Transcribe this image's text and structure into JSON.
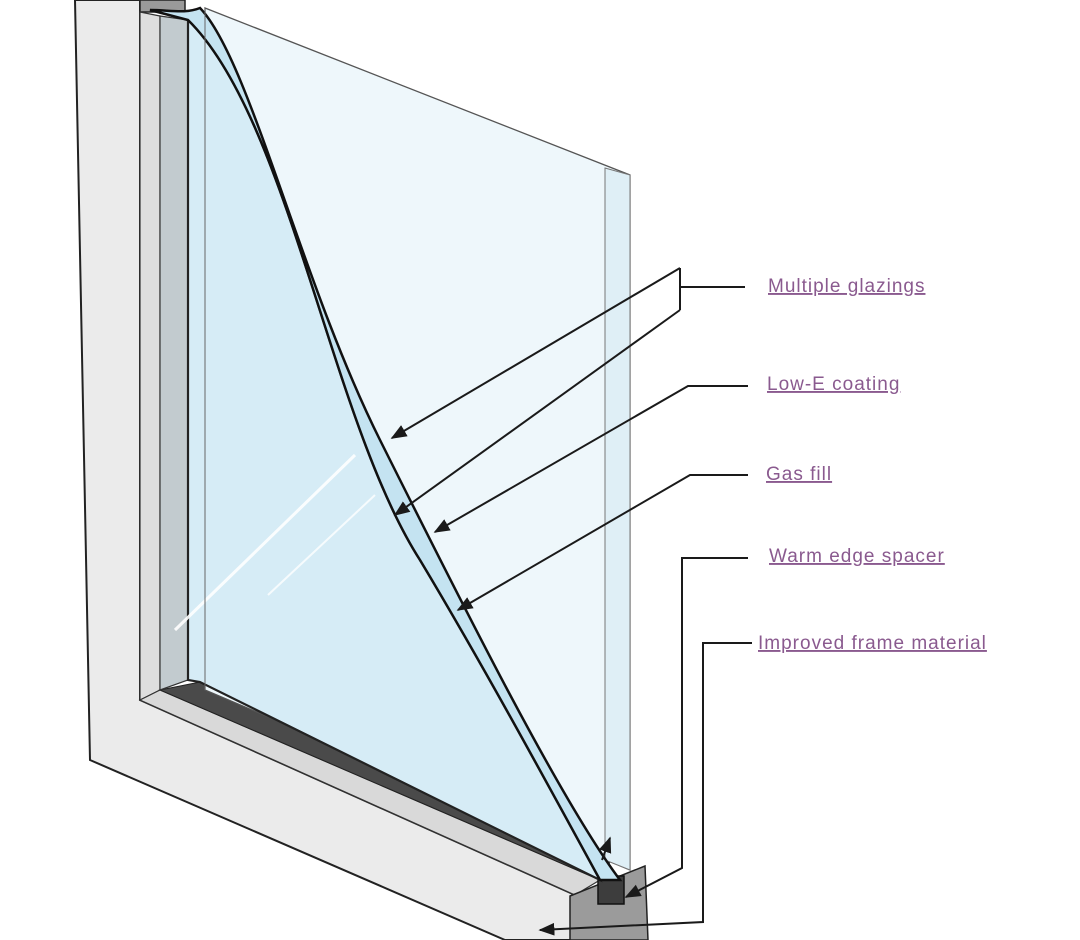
{
  "labels": {
    "multiple_glazings": "Multiple glazings",
    "low_e_coating": "Low-E coating",
    "gas_fill": "Gas fill",
    "warm_edge_spacer": "Warm edge spacer",
    "improved_frame_material": "Improved frame material"
  },
  "colors": {
    "label_text": "#8a5a8f",
    "frame_face": "#e9e9e9",
    "frame_shadow": "#cfcfcf",
    "frame_dark": "#555555",
    "glass_front": "#d6ecf6",
    "glass_back": "#eef7fb",
    "glass_edge": "#c4e3f1",
    "leader_line": "#1a1a1a"
  }
}
